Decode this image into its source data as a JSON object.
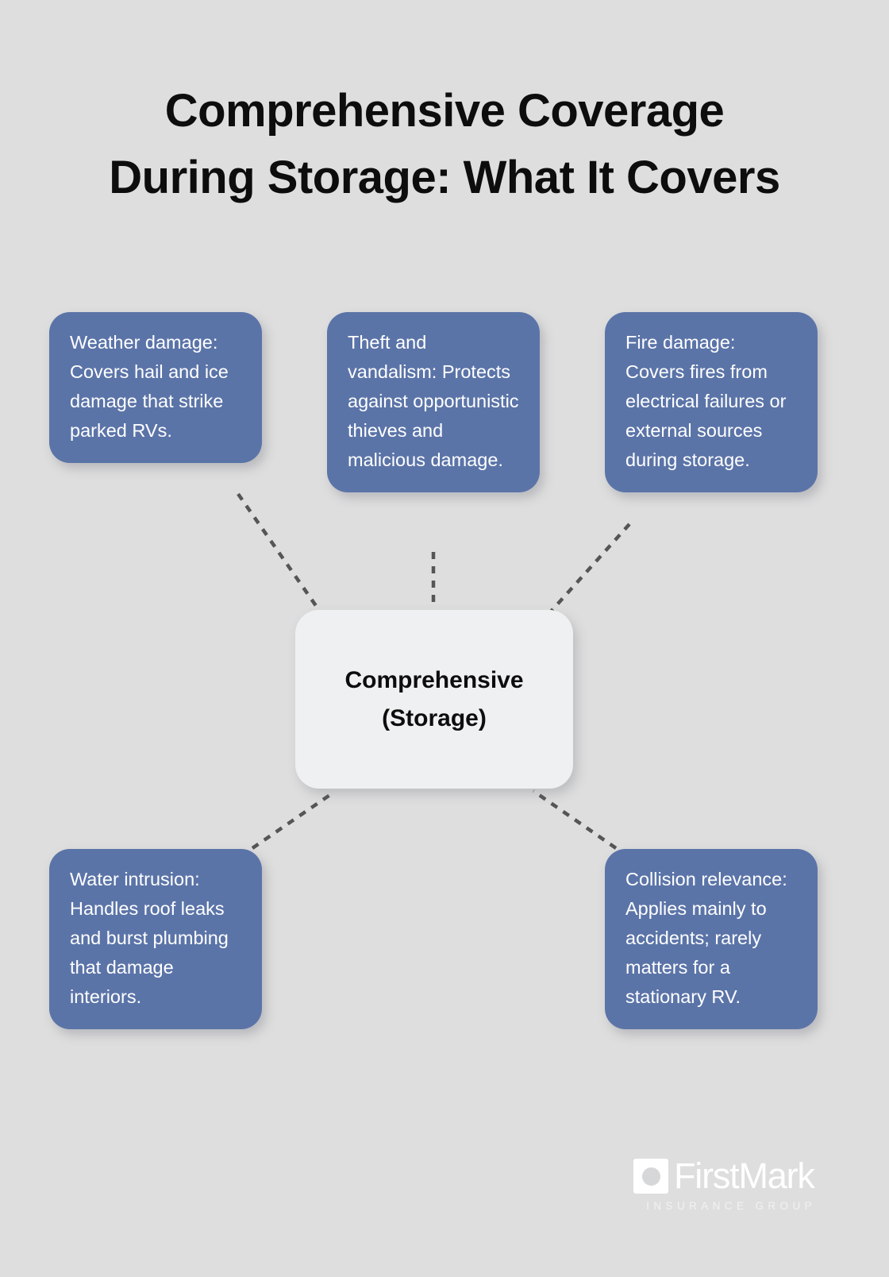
{
  "background_color": "#dedede",
  "title": {
    "line1": "Comprehensive Coverage",
    "line2": "During Storage: What It Covers",
    "color": "#0d0d0d"
  },
  "center_node": {
    "label_line1": "Comprehensive",
    "label_line2": "(Storage)",
    "background_color": "#eff0f2",
    "text_color": "#0d0d0d"
  },
  "node_style": {
    "background_color": "#5b74a8",
    "text_color": "#ffffff"
  },
  "connector_style": {
    "color": "#555555",
    "dash": "dashed"
  },
  "nodes": [
    {
      "id": "weather-damage",
      "text": "Weather damage: Covers hail and ice damage that strike parked RVs."
    },
    {
      "id": "theft-vandalism",
      "text": "Theft and vandalism: Protects against opportunistic thieves and malicious damage."
    },
    {
      "id": "fire-damage",
      "text": "Fire damage: Covers fires from electrical failures or external sources during storage."
    },
    {
      "id": "water-intrusion",
      "text": "Water intrusion: Handles roof leaks and burst plumbing that damage interiors."
    },
    {
      "id": "collision-relevance",
      "text": "Collision relevance: Applies mainly to accidents; rarely matters for a stationary RV."
    }
  ],
  "logo": {
    "name": "FirstMark",
    "tagline": "INSURANCE GROUP",
    "color": "#ffffff"
  }
}
